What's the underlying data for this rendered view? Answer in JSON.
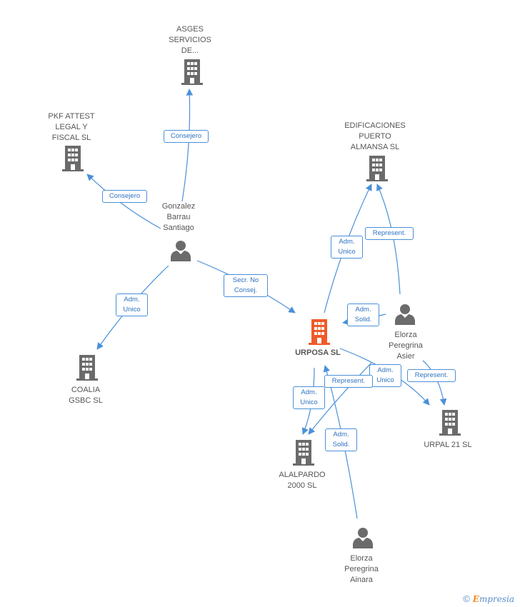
{
  "nodes": {
    "asges": {
      "label": "ASGES\nSERVICIOS\nDE...",
      "kind": "company"
    },
    "pkf": {
      "label": "PKF ATTEST\nLEGAL Y\nFISCAL  SL",
      "kind": "company"
    },
    "edificaciones": {
      "label": "EDIFICACIONES\nPUERTO\nALMANSA SL",
      "kind": "company"
    },
    "gonzalez": {
      "label": "Gonzalez\nBarrau\nSantiago",
      "kind": "person"
    },
    "urposa": {
      "label": "URPOSA SL",
      "kind": "company-main"
    },
    "asier": {
      "label": "Elorza\nPeregrina\nAsier",
      "kind": "person"
    },
    "coalia": {
      "label": "COALIA\nGSBC SL",
      "kind": "company"
    },
    "urpal": {
      "label": "URPAL 21 SL",
      "kind": "company"
    },
    "alalpardo": {
      "label": "ALALPARDO\n2000 SL",
      "kind": "company"
    },
    "ainara": {
      "label": "Elorza\nPeregrina\nAinara",
      "kind": "person"
    }
  },
  "edges": {
    "consejero_asges": "Consejero",
    "consejero_pkf": "Consejero",
    "adm_unico_coalia": "Adm.\nUnico",
    "secr_no_consej": "Secr.  No\nConsej.",
    "adm_unico_edif": "Adm.\nUnico",
    "represent_edif": "Represent.",
    "adm_solid_asier": "Adm.\nSolid.",
    "represent_urpal": "Represent.",
    "adm_unico_urpal": "Adm.\nUnico",
    "represent_alalpardo": "Represent.",
    "adm_unico_alalpardo": "Adm.\nUnico",
    "adm_solid_ainara": "Adm.\nSolid."
  },
  "colors": {
    "edge": "#4a90d9",
    "icon": "#6b6b6b",
    "main": "#f05a28"
  },
  "footer": {
    "copyright_symbol": "©",
    "brand_first": "E",
    "brand_rest": "mpresia"
  }
}
